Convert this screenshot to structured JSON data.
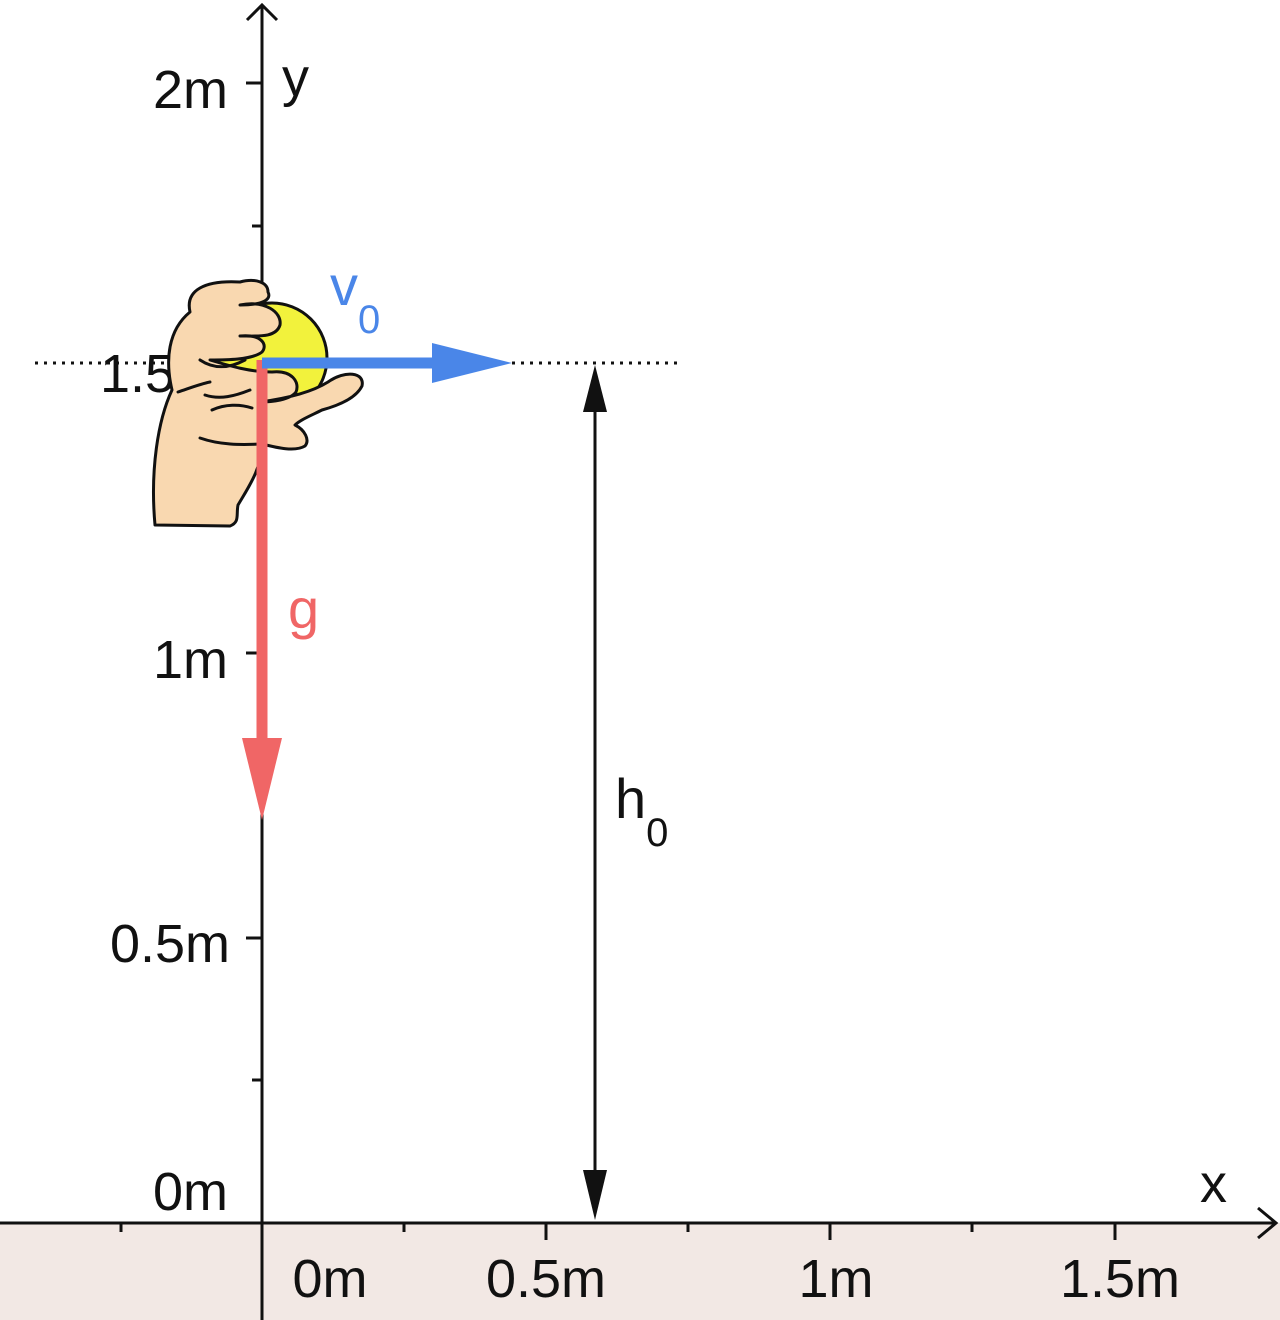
{
  "axes": {
    "x_label": "x",
    "y_label": "y",
    "y_ticks": [
      "2m",
      "1.5",
      "1m",
      "0.5m",
      "0m"
    ],
    "x_ticks": [
      "0m",
      "0.5m",
      "1m",
      "1.5m"
    ]
  },
  "vectors": {
    "velocity": {
      "symbol": "v",
      "subscript": "0",
      "color": "#4a86e8"
    },
    "gravity": {
      "symbol": "g",
      "color": "#f06666"
    }
  },
  "height": {
    "symbol": "h",
    "subscript": "0"
  },
  "colors": {
    "ground": "#f2e8e4",
    "ball": "#f2f23c",
    "hand": "#f9d8b0"
  }
}
